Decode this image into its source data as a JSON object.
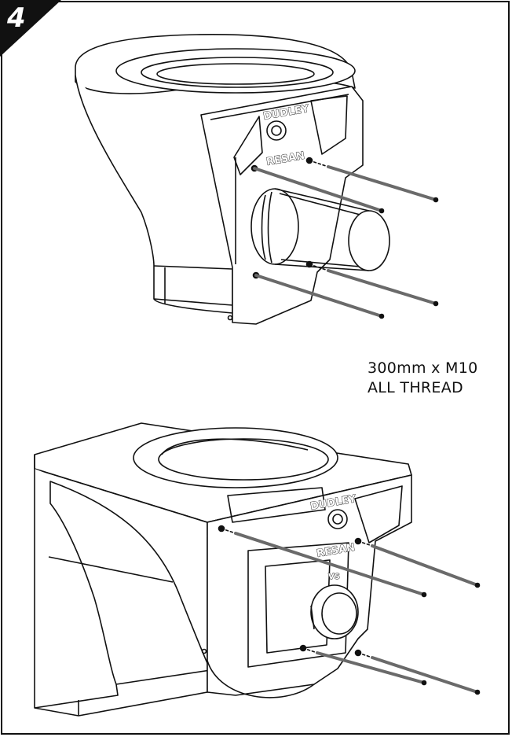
{
  "step": {
    "number": "4"
  },
  "callout": {
    "line1": "300mm x M10",
    "line2": "ALL THREAD"
  },
  "labels": {
    "brand_top": "DUDLEY",
    "brand_bottom": "RESAN",
    "pan_code": "VS"
  },
  "colors": {
    "outline": "#111111",
    "rod": "#6a6a6a",
    "background": "#ffffff"
  }
}
